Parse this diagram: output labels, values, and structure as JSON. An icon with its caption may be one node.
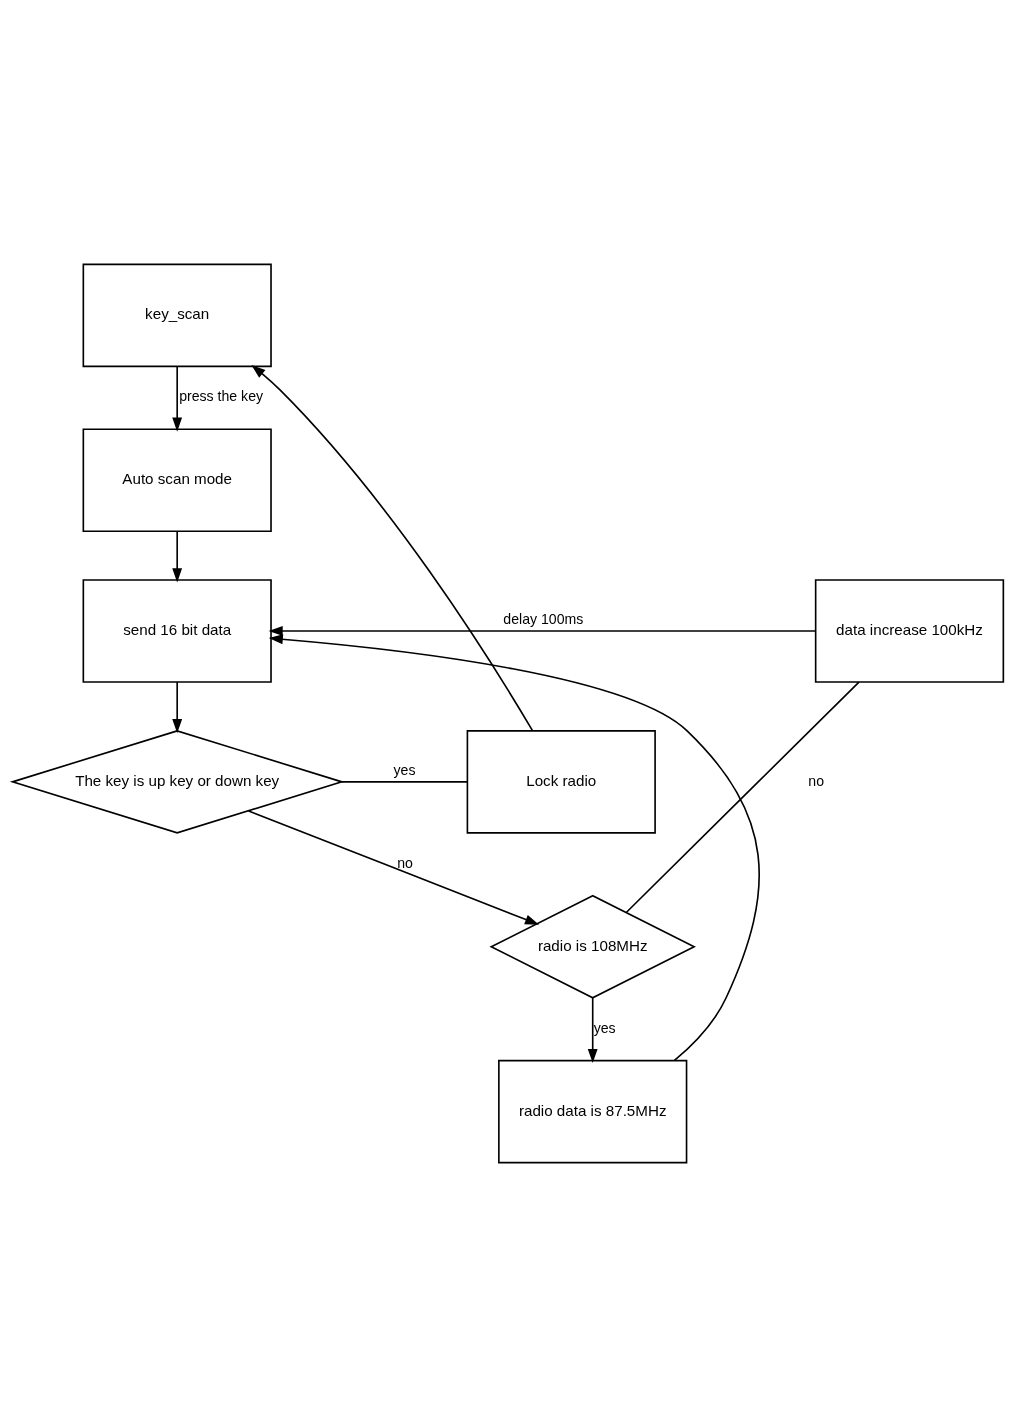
{
  "diagram": {
    "nodes": [
      {
        "text": [
          "key_scan"
        ]
      },
      {
        "text": [
          "Auto scan mode"
        ]
      },
      {
        "text": [
          "send 16 bit data"
        ]
      },
      {
        "text": [
          "The key is up key or down key"
        ]
      },
      {
        "text": [
          "Lock radio"
        ]
      },
      {
        "text": [
          "radio is 108MHz"
        ]
      },
      {
        "text": [
          "data increase 100kHz"
        ]
      },
      {
        "text": [
          "radio data is 87.5MHz"
        ]
      }
    ],
    "edges": [
      {
        "from": 0,
        "to": 1,
        "arrow": "to",
        "label": "press the key"
      },
      {
        "from": 1,
        "to": 2,
        "arrow": "to"
      },
      {
        "from": 2,
        "to": 3,
        "arrow": "to"
      },
      {
        "from": 3,
        "to": 4,
        "arrow": "none",
        "label": "yes"
      },
      {
        "from": 4,
        "to": 0,
        "arrow": "to"
      },
      {
        "from": 3,
        "to": 5,
        "arrow": "to",
        "label": "no"
      },
      {
        "from": 5,
        "to": 6,
        "arrow": "none",
        "label": "no"
      },
      {
        "from": 6,
        "to": 2,
        "arrow": "to",
        "label": "delay 100ms"
      },
      {
        "from": 5,
        "to": 7,
        "arrow": "to",
        "label": "yes"
      },
      {
        "from": 7,
        "to": 2,
        "arrow": "to"
      }
    ]
  }
}
